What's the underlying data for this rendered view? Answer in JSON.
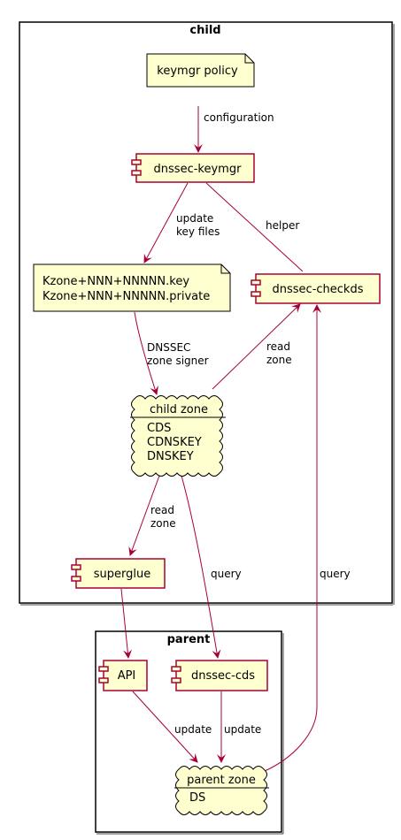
{
  "packages": {
    "child": "child",
    "parent": "parent"
  },
  "nodes": {
    "keymgr_policy": "keymgr policy",
    "dnssec_keymgr": "dnssec-keymgr",
    "key_files": [
      "Kzone+NNN+NNNNN.key",
      "Kzone+NNN+NNNNN.private"
    ],
    "dnssec_checkds": "dnssec-checkds",
    "child_zone": {
      "title": "child zone",
      "records": [
        "CDS",
        "CDNSKEY",
        "DNSKEY"
      ]
    },
    "superglue": "superglue",
    "api": "API",
    "dnssec_cds": "dnssec-cds",
    "parent_zone": {
      "title": "parent zone",
      "records": [
        "DS"
      ]
    }
  },
  "edges": {
    "configuration": "configuration",
    "update_key_files": [
      "update",
      "key files"
    ],
    "helper": "helper",
    "dnssec_zone_signer": [
      "DNSSEC",
      "zone signer"
    ],
    "read_zone_checkds": [
      "read",
      "zone"
    ],
    "read_zone_superglue": [
      "read",
      "zone"
    ],
    "query_cds": "query",
    "query_checkds": "query",
    "update_api": "update",
    "update_cds": "update"
  },
  "colors": {
    "node_fill": "#FEFECE",
    "node_border": "#A80036",
    "arrow": "#A80036",
    "package_border": "#000000"
  }
}
